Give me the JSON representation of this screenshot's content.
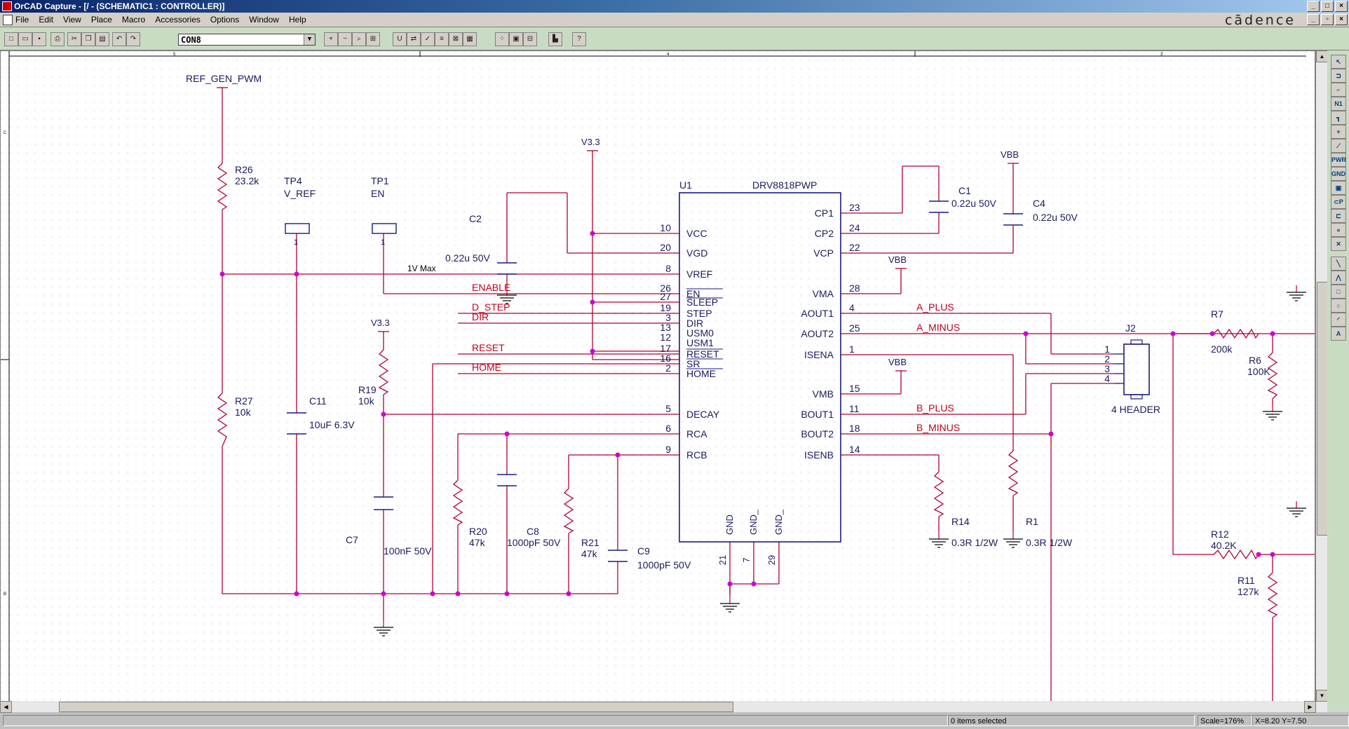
{
  "window": {
    "title": "OrCAD Capture - [/ - (SCHEMATIC1 : CONTROLLER)]",
    "brand": "cādence"
  },
  "menu": [
    "File",
    "Edit",
    "View",
    "Place",
    "Macro",
    "Accessories",
    "Options",
    "Window",
    "Help"
  ],
  "toolbar": {
    "part_combo": "CON8"
  },
  "ruler": {
    "top": [
      "5",
      "4",
      "3"
    ],
    "left": [
      "C",
      "B"
    ]
  },
  "schematic": {
    "nets": {
      "ref_gen_pwm": "REF_GEN_PWM",
      "v33_top": "V3.3",
      "v33_mid": "V3.3",
      "vbb_top": "VBB",
      "vbb_vma": "VBB",
      "vbb_vmb": "VBB",
      "vref_note": "1V Max",
      "enable": "ENABLE",
      "d_step": "D_STEP",
      "dir": "DIR",
      "reset": "RESET",
      "home": "HOME",
      "a_plus": "A_PLUS",
      "a_minus": "A_MINUS",
      "b_plus": "B_PLUS",
      "b_minus": "B_MINUS"
    },
    "ic": {
      "ref": "U1",
      "value": "DRV8818PWP",
      "left_pins": [
        {
          "num": "10",
          "name": "VCC"
        },
        {
          "num": "20",
          "name": "VGD"
        },
        {
          "num": "8",
          "name": "VREF"
        },
        {
          "num": "26",
          "name": "EN"
        },
        {
          "num": "27",
          "name": "SLEEP"
        },
        {
          "num": "19",
          "name": "STEP"
        },
        {
          "num": "3",
          "name": "DIR"
        },
        {
          "num": "13",
          "name": "USM0"
        },
        {
          "num": "12",
          "name": "USM1"
        },
        {
          "num": "17",
          "name": "RESET"
        },
        {
          "num": "16",
          "name": "SR"
        },
        {
          "num": "2",
          "name": "HOME"
        },
        {
          "num": "5",
          "name": "DECAY"
        },
        {
          "num": "6",
          "name": "RCA"
        },
        {
          "num": "9",
          "name": "RCB"
        }
      ],
      "right_pins": [
        {
          "num": "23",
          "name": "CP1"
        },
        {
          "num": "24",
          "name": "CP2"
        },
        {
          "num": "22",
          "name": "VCP"
        },
        {
          "num": "28",
          "name": "VMA"
        },
        {
          "num": "4",
          "name": "AOUT1"
        },
        {
          "num": "25",
          "name": "AOUT2"
        },
        {
          "num": "1",
          "name": "ISENA"
        },
        {
          "num": "15",
          "name": "VMB"
        },
        {
          "num": "11",
          "name": "BOUT1"
        },
        {
          "num": "18",
          "name": "BOUT2"
        },
        {
          "num": "14",
          "name": "ISENB"
        }
      ],
      "bottom_pins": [
        {
          "num": "21",
          "name": "GND"
        },
        {
          "num": "7",
          "name": "GND_"
        },
        {
          "num": "29",
          "name": "GND_"
        }
      ]
    },
    "parts": {
      "r26": {
        "ref": "R26",
        "value": "23.2k"
      },
      "r27": {
        "ref": "R27",
        "value": "10k"
      },
      "tp4": {
        "ref": "TP4",
        "value": "V_REF",
        "pin": "1"
      },
      "tp1": {
        "ref": "TP1",
        "value": "EN",
        "pin": "1"
      },
      "c11": {
        "ref": "C11",
        "value": "10uF 6.3V"
      },
      "c2": {
        "ref": "C2",
        "value": "0.22u 50V"
      },
      "r19": {
        "ref": "R19",
        "value": "10k"
      },
      "c7": {
        "ref": "C7",
        "value": "100nF 50V"
      },
      "r20": {
        "ref": "R20",
        "value": "47k"
      },
      "c8": {
        "ref": "C8",
        "value": "1000pF 50V"
      },
      "r21": {
        "ref": "R21",
        "value": "47k"
      },
      "c9": {
        "ref": "C9",
        "value": "1000pF 50V"
      },
      "c1": {
        "ref": "C1",
        "value": "0.22u 50V"
      },
      "c4": {
        "ref": "C4",
        "value": "0.22u 50V"
      },
      "r14": {
        "ref": "R14",
        "value": "0.3R 1/2W"
      },
      "r1": {
        "ref": "R1",
        "value": "0.3R 1/2W"
      },
      "j2": {
        "ref": "J2",
        "value": "4 HEADER",
        "pins": [
          "1",
          "2",
          "3",
          "4"
        ]
      },
      "r7": {
        "ref": "R7",
        "value": "200k"
      },
      "r6": {
        "ref": "R6",
        "value": "100K"
      },
      "r12": {
        "ref": "R12",
        "value": "40.2K"
      },
      "r11": {
        "ref": "R11",
        "value": "127k"
      }
    }
  },
  "status": {
    "selection": "0 items selected",
    "scale": "Scale=176%",
    "coords": "X=8.20  Y=7.50"
  }
}
